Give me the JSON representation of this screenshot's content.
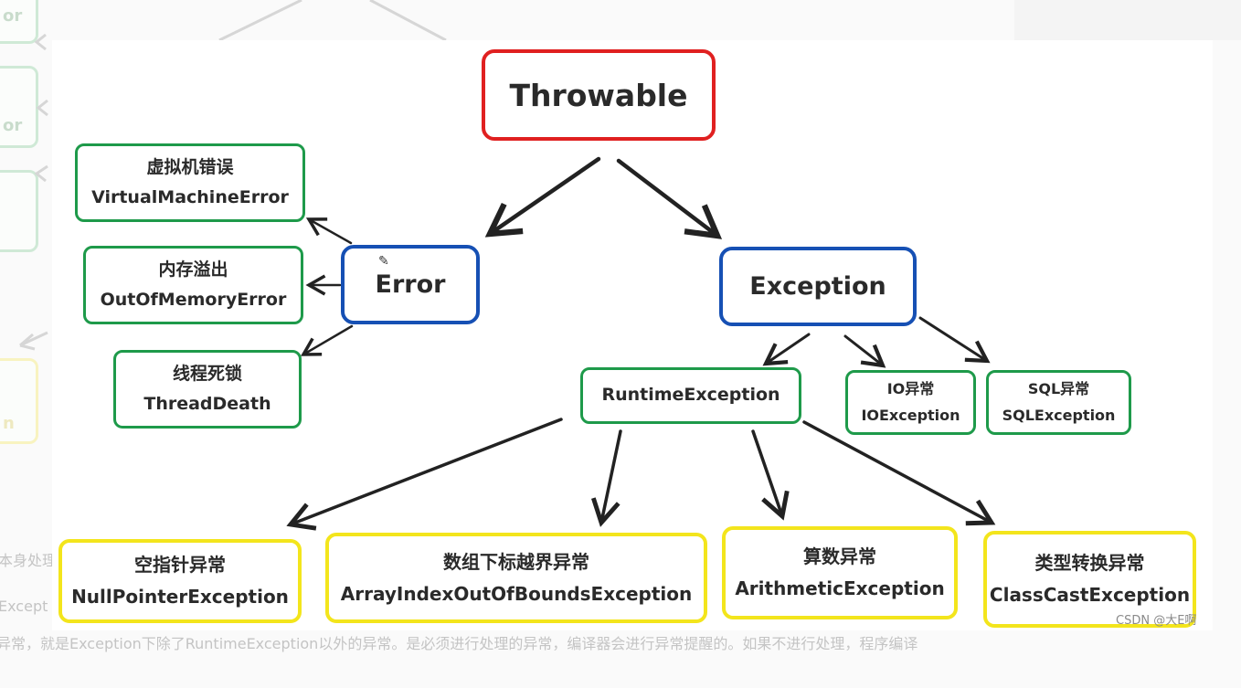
{
  "background": {
    "left_fragments": [
      "or",
      "or",
      "n"
    ],
    "bottom_lines": [
      "本身处理",
      "Except",
      "异常，就是Exception下除了RuntimeException以外的异常。是必须进行处理的异常，编译器会进行异常提醒的。如果不进行处理，程序编译"
    ]
  },
  "diagram": {
    "root": {
      "label": "Throwable"
    },
    "error": {
      "label": "Error",
      "children": [
        {
          "zh": "虚拟机错误",
          "en": "VirtualMachineError"
        },
        {
          "zh": "内存溢出",
          "en": "OutOfMemoryError"
        },
        {
          "zh": "线程死锁",
          "en": "ThreadDeath"
        }
      ]
    },
    "exception": {
      "label": "Exception",
      "runtime": {
        "label": "RuntimeException"
      },
      "checked": [
        {
          "zh": "IO异常",
          "en": "IOException"
        },
        {
          "zh": "SQL异常",
          "en": "SQLException"
        }
      ],
      "runtime_children": [
        {
          "zh": "空指针异常",
          "en": "NullPointerException"
        },
        {
          "zh": "数组下标越界异常",
          "en": "ArrayIndexOutOfBoundsException"
        },
        {
          "zh": "算数异常",
          "en": "ArithmeticException"
        },
        {
          "zh": "类型转换异常",
          "en": "ClassCastException"
        }
      ]
    }
  },
  "watermark": "CSDN @大E啊",
  "colors": {
    "root_border": "#e02020",
    "level1_border": "#1650b4",
    "level2_border": "#1e9a4a",
    "level3_border": "#f3e51c",
    "arrow": "#222222"
  }
}
